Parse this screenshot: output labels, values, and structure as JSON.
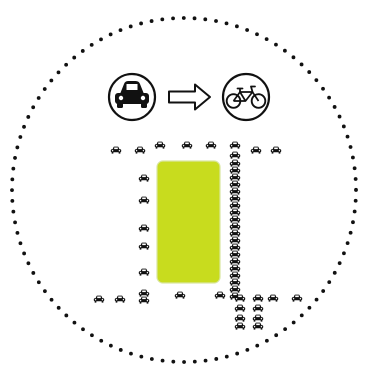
{
  "icons": {
    "transition": [
      "car-icon",
      "arrow-right-icon",
      "bicycle-icon"
    ]
  },
  "colors": {
    "ink": "#111111",
    "plaza_fill": "#c8dc1e",
    "plaza_stroke": "#d9e6a0",
    "background": "#ffffff"
  },
  "parking": {
    "top_row_count": 9,
    "left_column_count": 7,
    "right_column_count": 20,
    "bottom_row_count": 10,
    "bottom_cluster_count": 4,
    "total_cars": 50
  }
}
